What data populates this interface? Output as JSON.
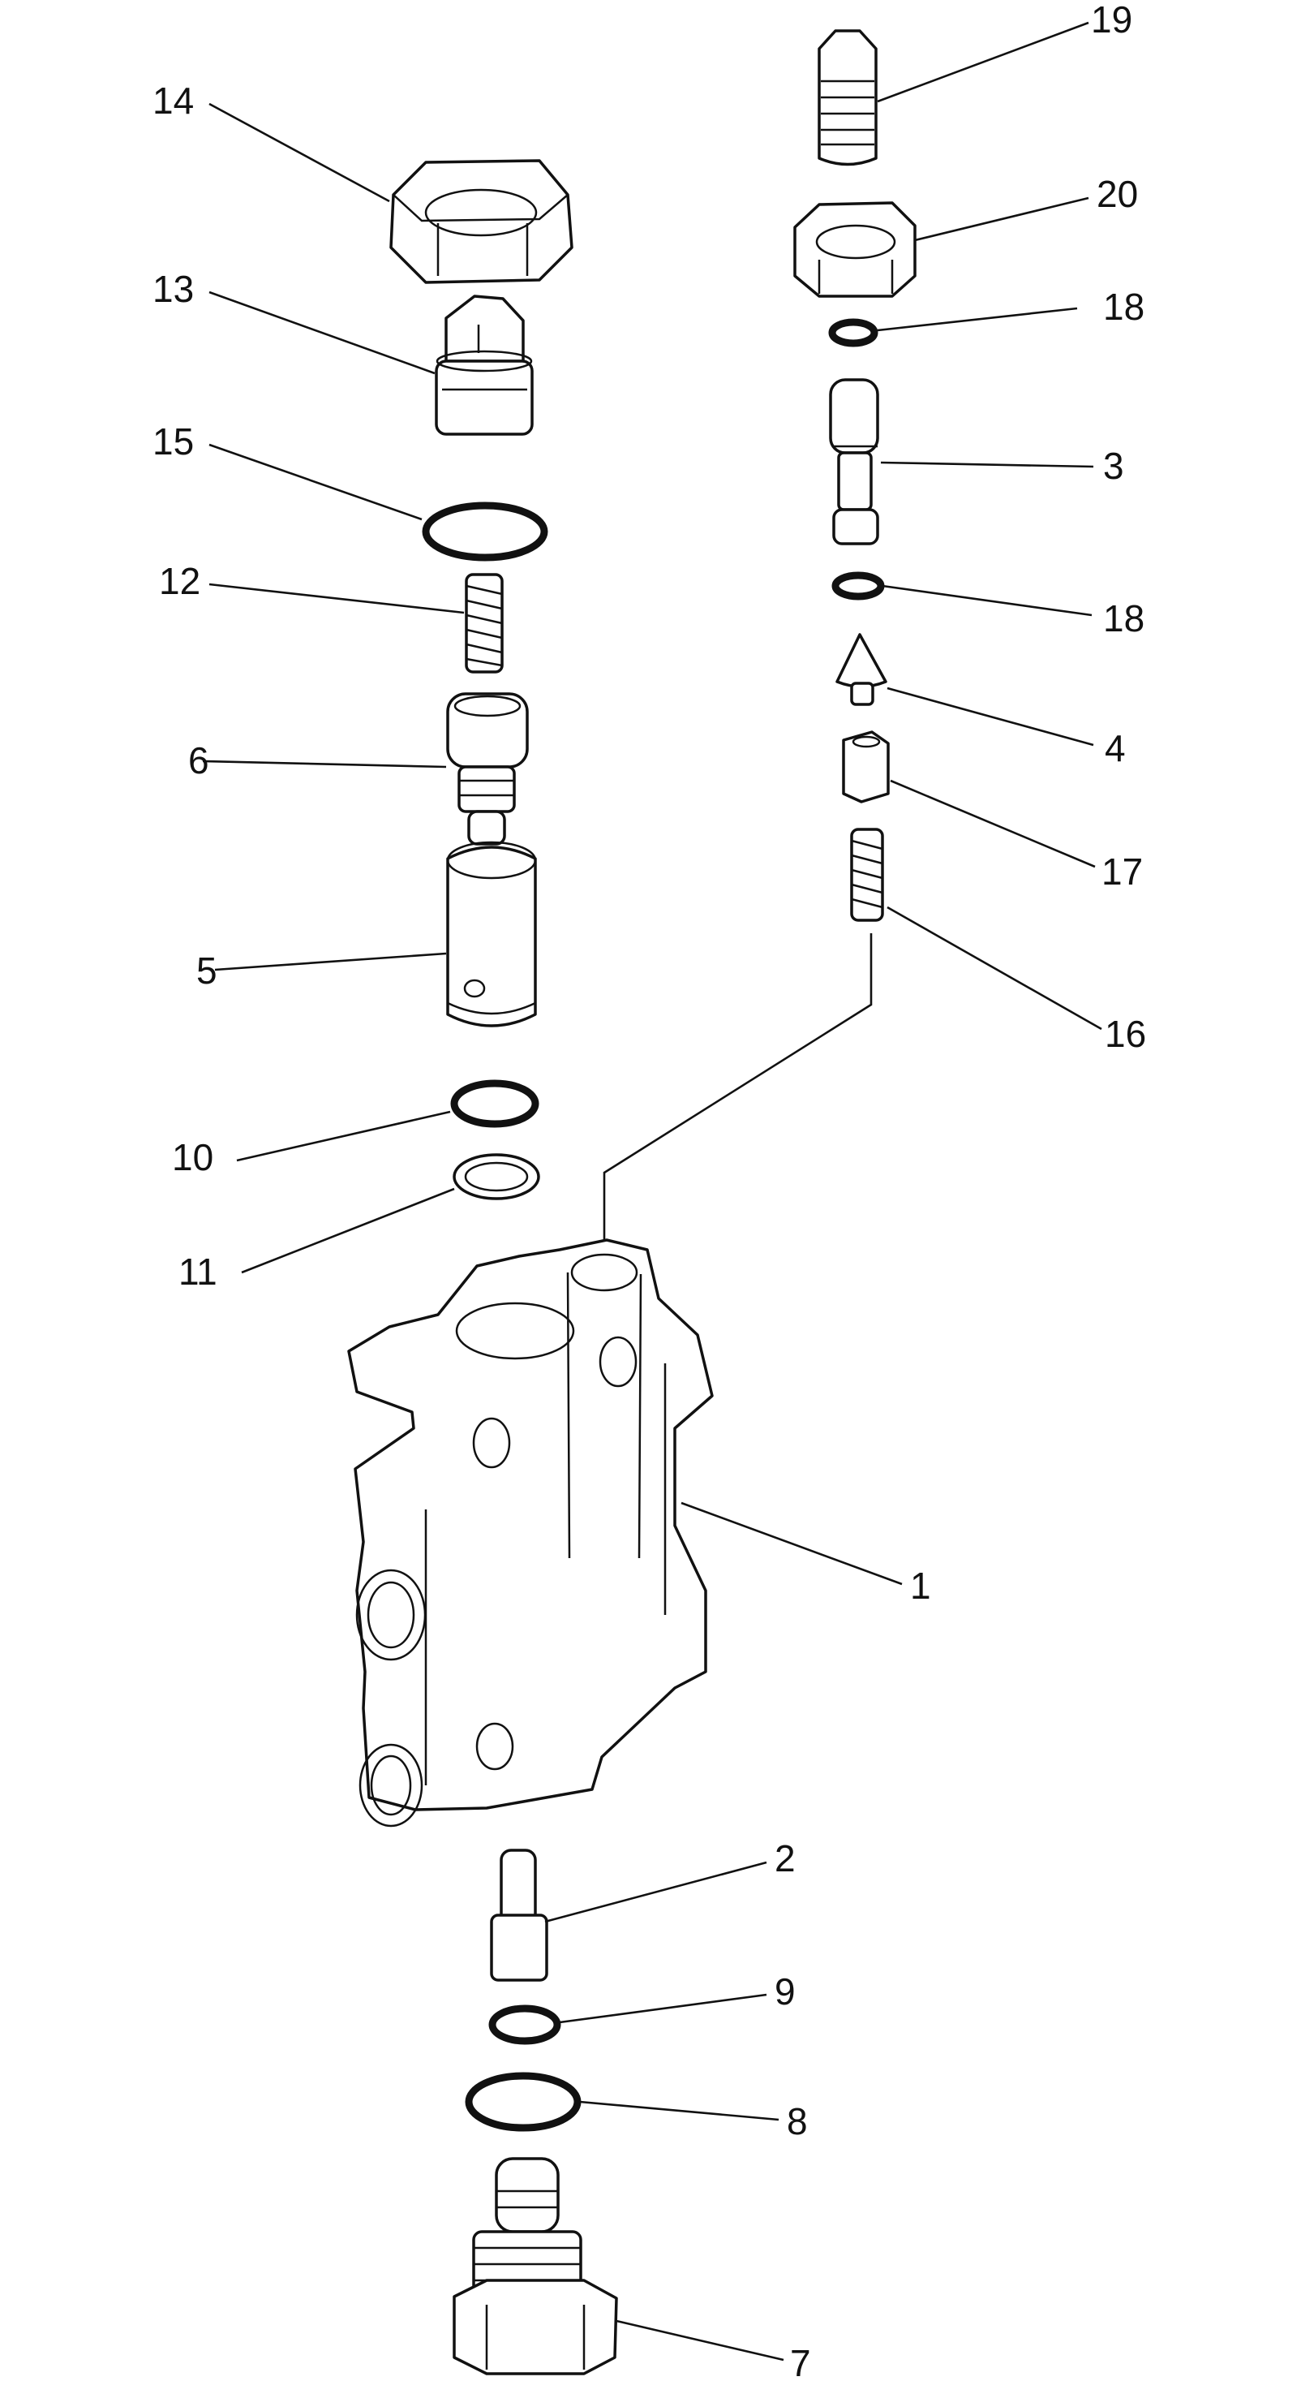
{
  "diagram": {
    "type": "exploded-parts-view",
    "callouts": [
      {
        "id": "callout-1",
        "label": "1"
      },
      {
        "id": "callout-2",
        "label": "2"
      },
      {
        "id": "callout-3",
        "label": "3"
      },
      {
        "id": "callout-4",
        "label": "4"
      },
      {
        "id": "callout-5",
        "label": "5"
      },
      {
        "id": "callout-6",
        "label": "6"
      },
      {
        "id": "callout-7",
        "label": "7"
      },
      {
        "id": "callout-8",
        "label": "8"
      },
      {
        "id": "callout-9",
        "label": "9"
      },
      {
        "id": "callout-10",
        "label": "10"
      },
      {
        "id": "callout-11",
        "label": "11"
      },
      {
        "id": "callout-12",
        "label": "12"
      },
      {
        "id": "callout-13",
        "label": "13"
      },
      {
        "id": "callout-14",
        "label": "14"
      },
      {
        "id": "callout-15",
        "label": "15"
      },
      {
        "id": "callout-16",
        "label": "16"
      },
      {
        "id": "callout-17",
        "label": "17"
      },
      {
        "id": "callout-18a",
        "label": "18"
      },
      {
        "id": "callout-18b",
        "label": "18"
      },
      {
        "id": "callout-19",
        "label": "19"
      },
      {
        "id": "callout-20",
        "label": "20"
      }
    ]
  }
}
